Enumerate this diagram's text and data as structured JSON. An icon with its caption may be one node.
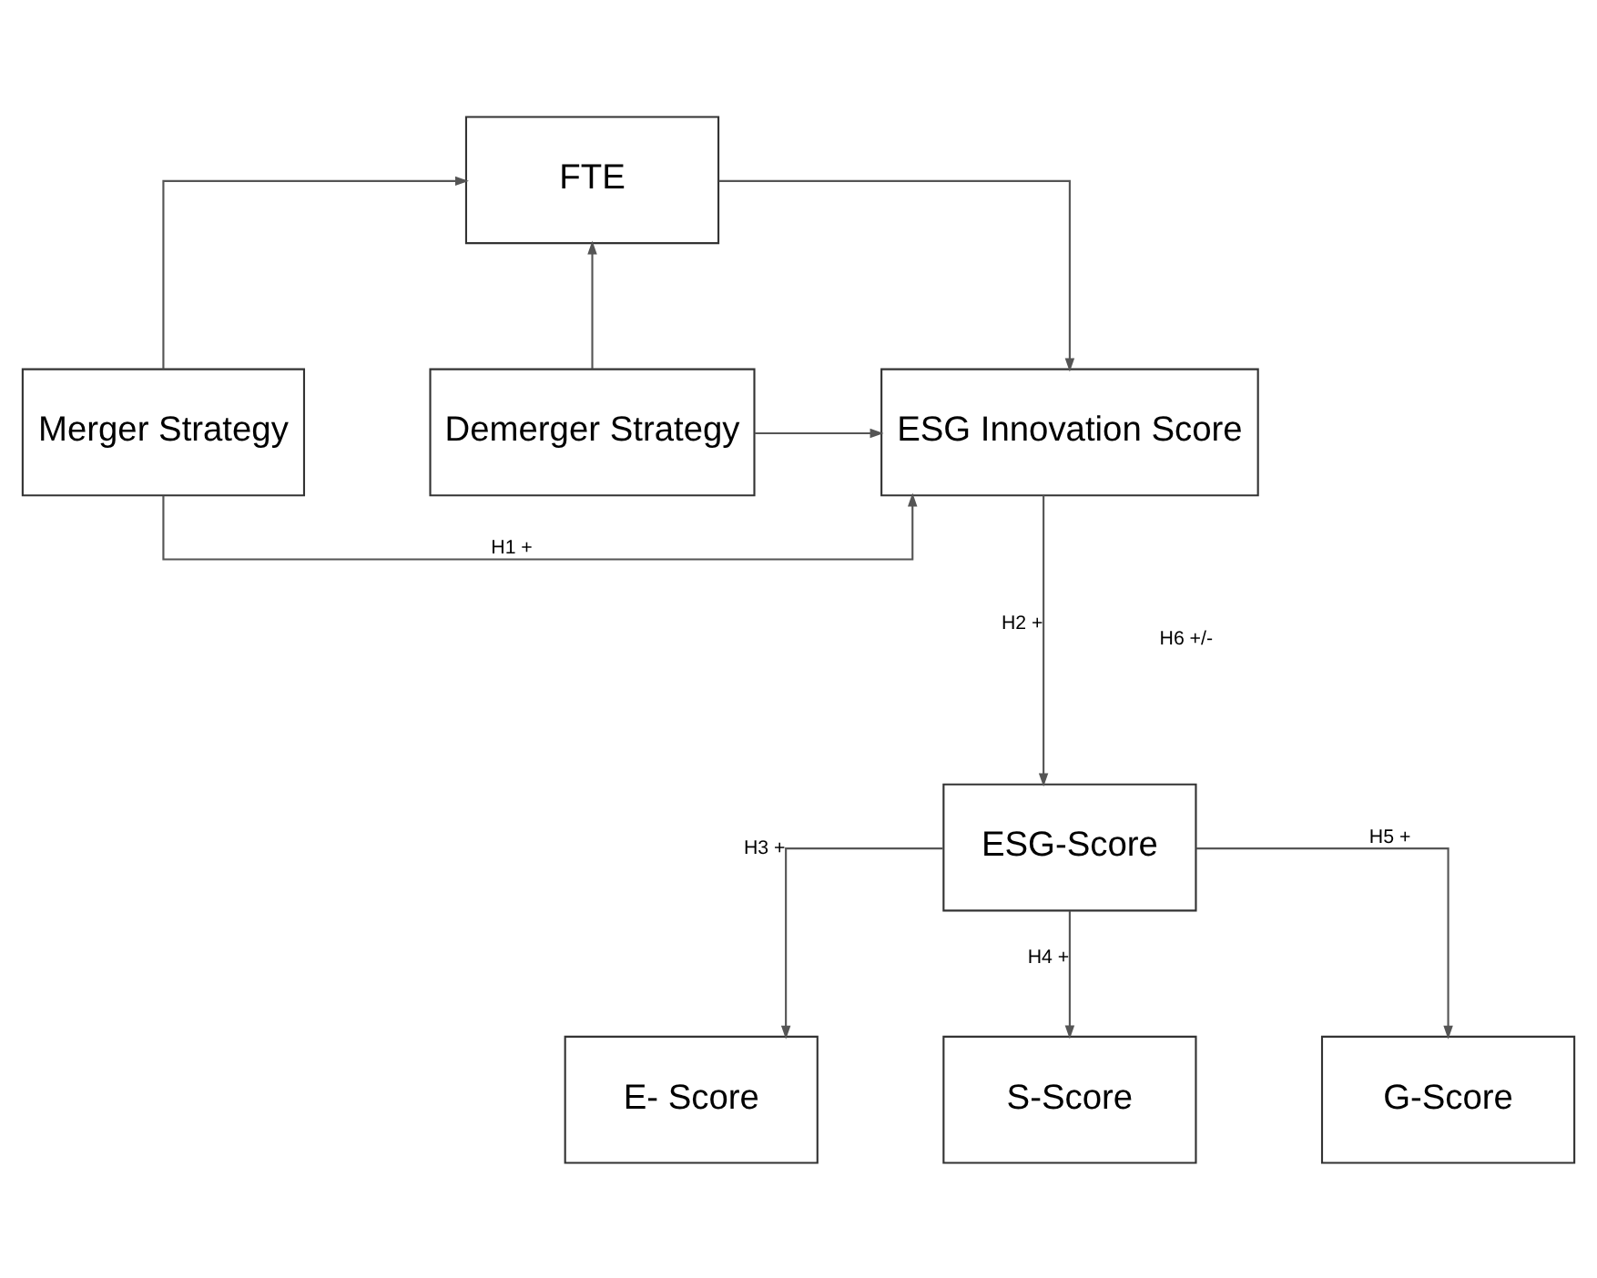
{
  "diagram": {
    "nodes": [
      {
        "text": [
          "FTE"
        ]
      },
      {
        "text": [
          "Merger Strategy"
        ]
      },
      {
        "text": [
          "ESG Innovation Score"
        ]
      },
      {
        "text": [
          "Demerger Strategy"
        ]
      },
      {
        "text": [
          "ESG-Score"
        ]
      },
      {
        "text": [
          "E- Score"
        ]
      },
      {
        "text": [
          "S-Score"
        ]
      },
      {
        "text": [
          "G-Score"
        ]
      }
    ],
    "edges": [
      {
        "from": 1,
        "to": 0,
        "arrow": "to"
      },
      {
        "from": 3,
        "to": 0,
        "arrow": "to"
      },
      {
        "from": 0,
        "to": 2,
        "arrow": "to"
      },
      {
        "from": 1,
        "to": 2,
        "arrow": "to",
        "label": "H1 +"
      },
      {
        "from": 3,
        "to": 2,
        "arrow": "to"
      },
      {
        "from": 2,
        "to": 4,
        "arrow": "to",
        "label": "H2 +"
      },
      {
        "from": 4,
        "to": 5,
        "arrow": "to",
        "label": "H3 +"
      },
      {
        "from": 4,
        "to": 6,
        "arrow": "to",
        "label": "H4 +"
      },
      {
        "from": 4,
        "to": 7,
        "arrow": "to",
        "label": "H5 +"
      }
    ],
    "labels": [
      "H6 +/-"
    ]
  }
}
